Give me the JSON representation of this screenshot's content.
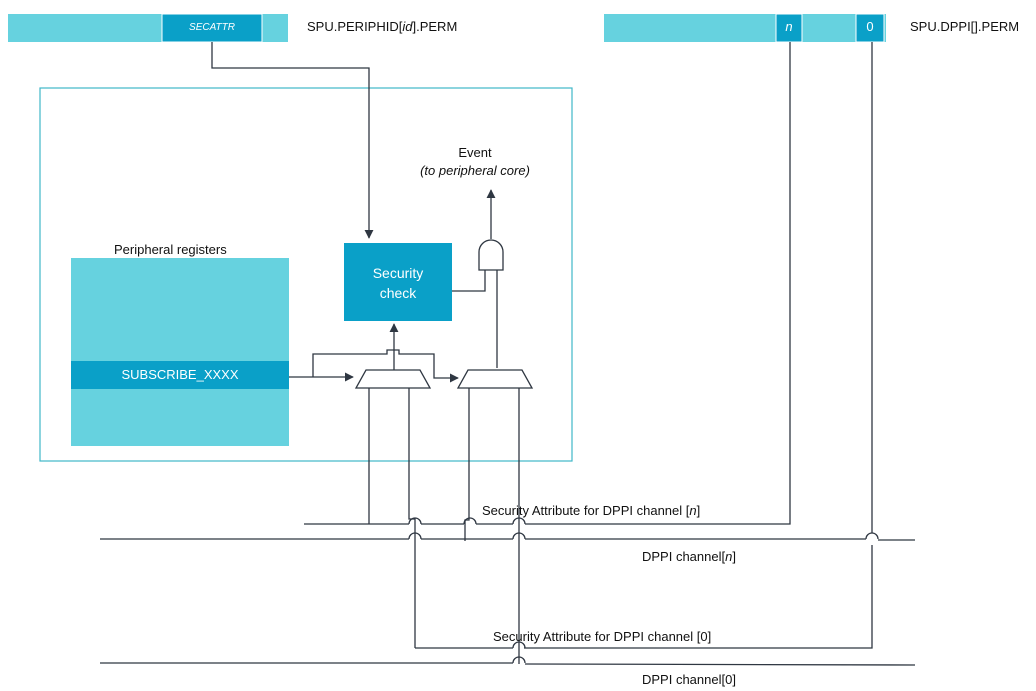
{
  "periph_register": {
    "field_label": "SECATTR",
    "register_name_prefix": "SPU.PERIPHID[",
    "register_name_id": "id",
    "register_name_suffix": "].PERM"
  },
  "dppi_register": {
    "bit_n": "n",
    "bit_0": "0",
    "register_name": "SPU.DPPI[].PERM"
  },
  "event": {
    "title": "Event",
    "subtitle": "(to peripheral core)"
  },
  "security_check": {
    "line1": "Security",
    "line2": "check"
  },
  "peripheral_registers": {
    "title": "Peripheral registers",
    "subscribe_label": "SUBSCRIBE_XXXX"
  },
  "channels": {
    "sec_attr_n_prefix": "Security Attribute for DPPI channel [",
    "sec_attr_n_idx": "n",
    "sec_attr_n_suffix": "]",
    "channel_n_prefix": "DPPI channel[",
    "channel_n_idx": "n",
    "channel_n_suffix": "]",
    "sec_attr_0": "Security Attribute for DPPI channel [0]",
    "channel_0": "DPPI channel[0]"
  },
  "colors": {
    "cyan_light": "#66d2df",
    "cyan_dark": "#0aa0c8",
    "line": "#2f3742",
    "frame": "#3fb7c8"
  }
}
